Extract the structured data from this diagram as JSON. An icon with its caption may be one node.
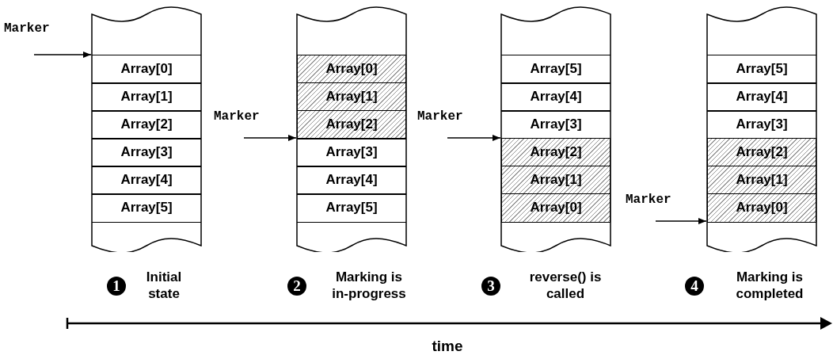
{
  "diagram": {
    "nodes": [
      {
        "text": [],
        "shape": "tape"
      },
      {
        "text": [
          "Array[0]"
        ],
        "in": 0
      },
      {
        "text": [
          "Array[1]"
        ],
        "in": 0
      },
      {
        "text": [
          "Array[2]"
        ],
        "in": 0
      },
      {
        "text": [
          "Array[3]"
        ],
        "in": 0
      },
      {
        "text": [
          "Array[4]"
        ],
        "in": 0
      },
      {
        "text": [
          "Array[5]"
        ],
        "in": 0
      },
      {
        "text": [
          "Marker"
        ]
      },
      {
        "text": [],
        "shape": "tape"
      },
      {
        "text": [
          "Array[0]"
        ],
        "in": 8
      },
      {
        "text": [
          "Array[1]"
        ],
        "in": 8
      },
      {
        "text": [
          "Array[2]"
        ],
        "in": 8
      },
      {
        "text": [
          "Array[3]"
        ],
        "in": 8
      },
      {
        "text": [
          "Array[4]"
        ],
        "in": 8
      },
      {
        "text": [
          "Array[5]"
        ],
        "in": 8
      },
      {
        "text": [
          "Marker"
        ]
      },
      {
        "text": [],
        "shape": "tape"
      },
      {
        "text": [
          "Array[5]"
        ],
        "in": 16
      },
      {
        "text": [
          "Array[4]"
        ],
        "in": 16
      },
      {
        "text": [
          "Array[3]"
        ],
        "in": 16
      },
      {
        "text": [
          "Array[2]"
        ],
        "in": 16
      },
      {
        "text": [
          "Array[1]"
        ],
        "in": 16
      },
      {
        "text": [
          "Array[0]"
        ],
        "in": 16
      },
      {
        "text": [
          "Marker"
        ]
      },
      {
        "text": [],
        "shape": "tape"
      },
      {
        "text": [
          "Array[5]"
        ],
        "in": 24
      },
      {
        "text": [
          "Array[4]"
        ],
        "in": 24
      },
      {
        "text": [
          "Array[3]"
        ],
        "in": 24
      },
      {
        "text": [
          "Array[2]"
        ],
        "in": 24
      },
      {
        "text": [
          "Array[1]"
        ],
        "in": 24
      },
      {
        "text": [
          "Array[0]"
        ],
        "in": 24
      },
      {
        "text": [
          "Marker"
        ]
      }
    ],
    "edges": [
      {
        "from": 7,
        "to": 0,
        "arrow": "to"
      },
      {
        "from": 15,
        "to": 8,
        "arrow": "to"
      },
      {
        "from": 23,
        "to": 16,
        "arrow": "to"
      },
      {
        "from": 31,
        "to": 24,
        "arrow": "to"
      }
    ],
    "labels": [
      "1",
      "Initial state",
      "2",
      "Marking is in-progress",
      "3",
      "reverse() is called",
      "4",
      "Marking is completed",
      "time"
    ]
  }
}
